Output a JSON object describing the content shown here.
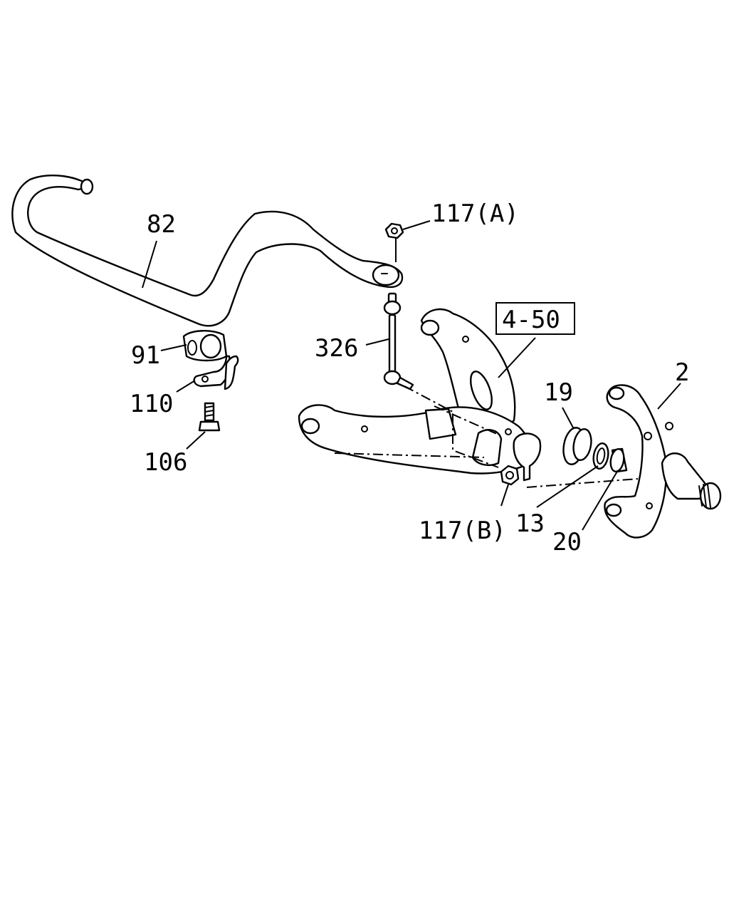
{
  "callouts": {
    "c82": "82",
    "c117a": "117(A)",
    "c91": "91",
    "c326": "326",
    "c4_50": "4-50",
    "c110": "110",
    "c19": "19",
    "c2": "2",
    "c106": "106",
    "c13": "13",
    "c117b": "117(B)",
    "c20": "20"
  },
  "colors": {
    "line": "#000000",
    "background": "#ffffff"
  }
}
